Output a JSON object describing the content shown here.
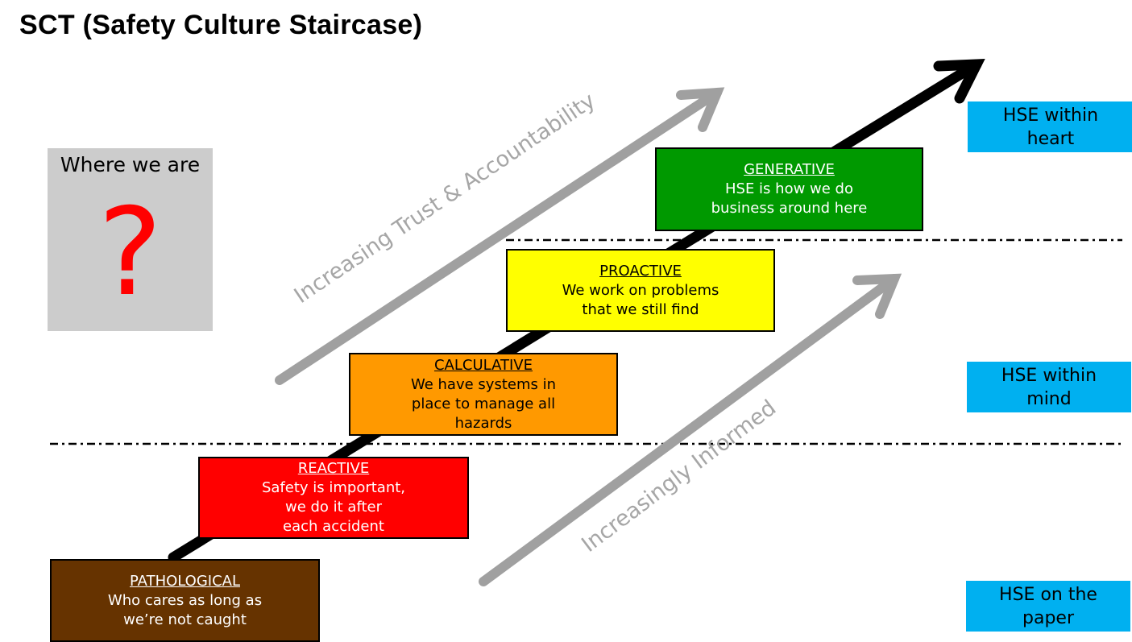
{
  "title": "SCT (Safety Culture Staircase)",
  "where_box": {
    "label": "Where we are",
    "symbol": "?"
  },
  "steps": [
    {
      "name": "PATHOLOGICAL",
      "desc": "Who cares as long as\nwe’re not caught",
      "color": "#663300",
      "text_color": "#ffffff"
    },
    {
      "name": "REACTIVE",
      "desc": "Safety is important,\nwe do it after\neach accident",
      "color": "#ff0000",
      "text_color": "#ffffff"
    },
    {
      "name": "CALCULATIVE",
      "desc": "We have systems in\nplace to manage all\nhazards",
      "color": "#ff9900",
      "text_color": "#000000"
    },
    {
      "name": "PROACTIVE",
      "desc": "We work on problems\nthat we still find",
      "color": "#ffff00",
      "text_color": "#000000"
    },
    {
      "name": "GENERATIVE",
      "desc": "HSE is how we do\nbusiness around here",
      "color": "#009900",
      "text_color": "#ffffff"
    }
  ],
  "levels": [
    {
      "label": "HSE within\nheart"
    },
    {
      "label": "HSE within\nmind"
    },
    {
      "label": "HSE on the\npaper"
    }
  ],
  "arrows": {
    "trust": "Increasing Trust & Accountability",
    "informed": "Increasingly Informed"
  },
  "colors": {
    "level_box": "#00b0f0",
    "arrow_gray": "#a0a0a0",
    "question": "#ff0000",
    "where_bg": "#cccccc"
  }
}
